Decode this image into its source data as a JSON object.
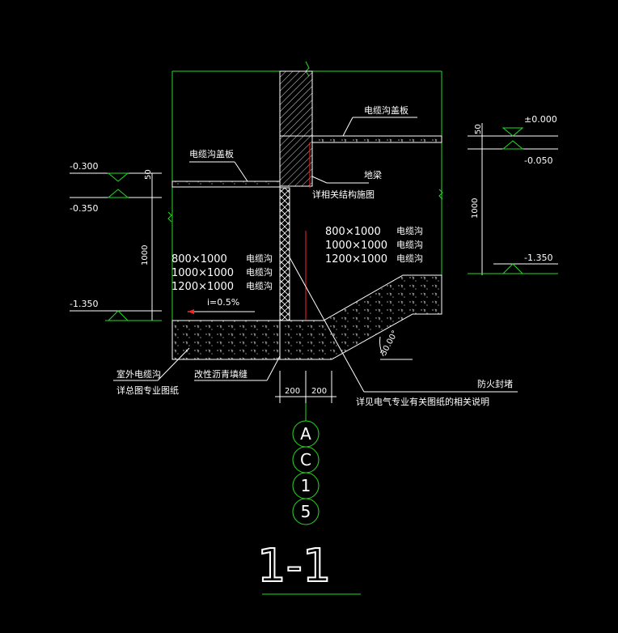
{
  "labels": {
    "cover_right": "电缆沟盖板",
    "cover_left": "电缆沟盖板",
    "ground_beam": "地梁",
    "see_structure": "详相关结构施图",
    "sizes_left": [
      "800×1000",
      "1000×1000",
      "1200×1000"
    ],
    "trench_left": [
      "电缆沟",
      "电缆沟",
      "电缆沟"
    ],
    "sizes_right": [
      "800×1000",
      "1000×1000",
      "1200×1000"
    ],
    "trench_right": [
      "电缆沟",
      "电缆沟",
      "电缆沟"
    ],
    "slope": "i=0.5%",
    "angle": "30.00°",
    "outdoor_trench": "室外电缆沟",
    "see_general": "详总图专业图纸",
    "asphalt": "改性沥青填缝",
    "firewall": "防火封堵",
    "see_electrical": "详见电气专业有关图纸的相关说明",
    "dim_200_a": "200",
    "dim_200_b": "200",
    "dim_50_left": "50",
    "dim_1000_left": "1000",
    "dim_50_right": "50",
    "dim_1000_right": "1000"
  },
  "elevations": {
    "left_top": "-0.300",
    "left_mid": "-0.350",
    "left_bot": "-1.350",
    "right_top": "±0.000",
    "right_mid": "-0.050",
    "right_bot": "-1.350"
  },
  "axis_bubbles": [
    "A",
    "C",
    "1",
    "5"
  ],
  "section_title": "1-1",
  "colors": {
    "line_green": "#22dd22",
    "hatch_white": "#ffffff",
    "text_white": "#ffffff",
    "accent_red": "#ff2222",
    "background": "#000000"
  }
}
